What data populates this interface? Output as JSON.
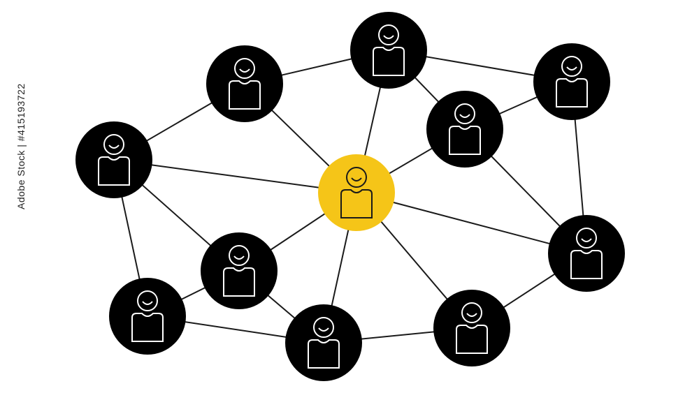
{
  "watermark_side_text": "Adobe Stock | #415193722",
  "colors": {
    "background": "#ffffff",
    "edge": "#1a1a1a",
    "node": "#000000",
    "node_icon": "#ffffff",
    "center_node": "#f5c518",
    "center_icon": "#1a1a1a"
  },
  "nodes": [
    {
      "id": "center",
      "kind": "center",
      "icon": "person-icon"
    },
    {
      "id": "n1",
      "kind": "person",
      "icon": "person-icon"
    },
    {
      "id": "n2",
      "kind": "person",
      "icon": "person-icon"
    },
    {
      "id": "n3",
      "kind": "person",
      "icon": "person-icon"
    },
    {
      "id": "n4",
      "kind": "person",
      "icon": "person-icon"
    },
    {
      "id": "n5",
      "kind": "person",
      "icon": "person-icon"
    },
    {
      "id": "n6",
      "kind": "person",
      "icon": "person-icon"
    },
    {
      "id": "n7",
      "kind": "person",
      "icon": "person-icon"
    },
    {
      "id": "n8",
      "kind": "person",
      "icon": "person-icon"
    },
    {
      "id": "n9",
      "kind": "person",
      "icon": "person-icon"
    },
    {
      "id": "n10",
      "kind": "person",
      "icon": "person-icon"
    },
    {
      "id": "n11",
      "kind": "person",
      "icon": "person-icon"
    }
  ],
  "edges": [
    [
      "center",
      "n1"
    ],
    [
      "center",
      "n2"
    ],
    [
      "center",
      "n3"
    ],
    [
      "center",
      "n4"
    ],
    [
      "center",
      "n5"
    ],
    [
      "center",
      "n6"
    ],
    [
      "center",
      "n7"
    ],
    [
      "center",
      "n8"
    ],
    [
      "center",
      "n9"
    ],
    [
      "n1",
      "n2"
    ],
    [
      "n1",
      "n3"
    ],
    [
      "n1",
      "n10"
    ],
    [
      "n2",
      "n4"
    ],
    [
      "n2",
      "n11"
    ],
    [
      "n3",
      "n7"
    ],
    [
      "n3",
      "n6"
    ],
    [
      "n4",
      "n5"
    ],
    [
      "n4",
      "n11"
    ],
    [
      "n5",
      "n11"
    ],
    [
      "n5",
      "n8"
    ],
    [
      "n6",
      "n7"
    ],
    [
      "n6",
      "n9"
    ],
    [
      "n6",
      "n10"
    ],
    [
      "n7",
      "n9"
    ],
    [
      "n8",
      "n9"
    ]
  ]
}
